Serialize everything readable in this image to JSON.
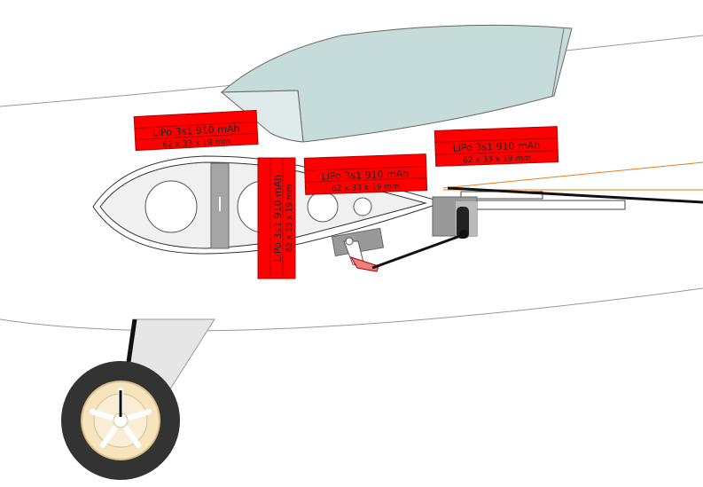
{
  "batteries": [
    {
      "label": "LiPo 3s1 910 mAh",
      "size": "62 x 33 x 19 mm"
    },
    {
      "label": "LiPo 3s1 910 mAh",
      "size": "62 x 33 x 19 mm"
    },
    {
      "label": "LiPo 3s1 910 mAh",
      "size": "62 x 33 x 19 mm"
    },
    {
      "label": "LiPo 3s1 910 mAh",
      "size": "62 x 33 x 19 mm"
    }
  ],
  "colors": {
    "battery_fill": "#ff0000",
    "battery_stroke": "#b00000",
    "canopy": "#c5dcdb",
    "canopy_side": "#deebea",
    "tank": "#f0f0f0",
    "servo": "#999999",
    "pushrod": "#111111",
    "antenna": "#f07a1e",
    "tire": "#333333",
    "rim": "#f5e4bd",
    "gear_fairing": "#e6e6e6"
  },
  "icons": {
    "wheel": "landing-gear-wheel-icon",
    "servo": "servo-icon"
  }
}
